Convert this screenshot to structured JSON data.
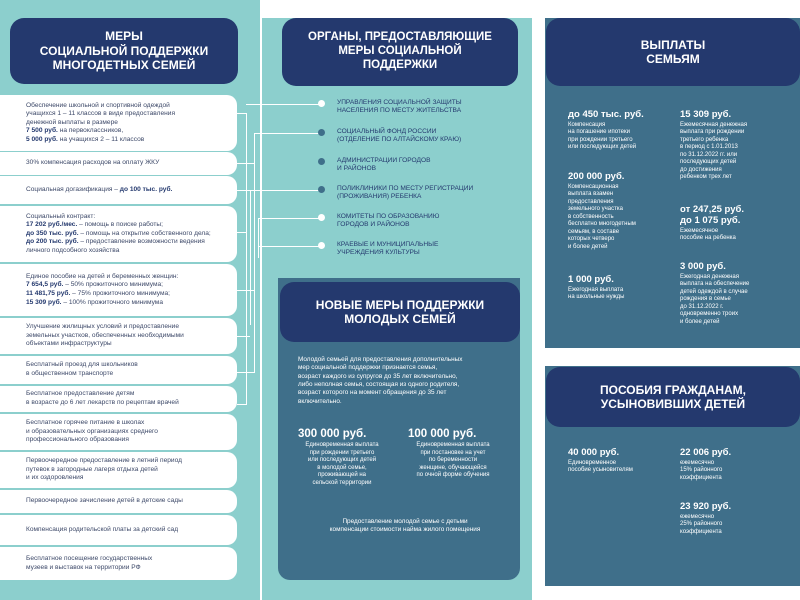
{
  "headers": {
    "large_families_measures": [
      "МЕРЫ",
      "СОЦИАЛЬНОЙ ПОДДЕРЖКИ",
      "МНОГОДЕТНЫХ СЕМЕЙ"
    ],
    "organs": [
      "ОРГАНЫ, ПРЕДОСТАВЛЯЮЩИЕ",
      "МЕРЫ СОЦИАЛЬНОЙ",
      "ПОДДЕРЖКИ"
    ],
    "family_payments": [
      "ВЫПЛАТЫ",
      "СЕМЬЯМ"
    ],
    "young_families": [
      "НОВЫЕ МЕРЫ ПОДДЕРЖКИ",
      "МОЛОДЫХ СЕМЕЙ"
    ],
    "adoption": [
      "ПОСОБИЯ ГРАЖДАНАМ,",
      "УСЫНОВИВШИХ ДЕТЕЙ"
    ]
  },
  "measures": [
    {
      "l1": "Обеспечение школьной и спортивной одеждой",
      "l2": "учащихся 1 – 11 классов в виде предоставления",
      "l3": "денежной выплаты в размере",
      "a1": "7 500 руб.",
      "t1": " на первоклассников,",
      "a2": "5 000 руб.",
      "t2": " на учащихся 2 – 11 классов"
    },
    {
      "text": "30% компенсация расходов на оплату ЖКУ"
    },
    {
      "pre": "Социальная догазификация – ",
      "amt": "до 100 тыс. руб."
    },
    {
      "head": "Социальный контракт:",
      "a1": "17 202 руб./мес.",
      "t1": " – помощь в поиске работы;",
      "a2": "до 350 тыс. руб.",
      "t2": " – помощь на открытие собственного дела;",
      "a3": "до 200 тыс. руб.",
      "t3": " – предоставление возможности ведения",
      "t4": "личного подсобного хозяйства"
    },
    {
      "head": "Единое пособие на детей и беременных женщин:",
      "a1": "7 654,5 руб.",
      "t1": " – 50% прожиточного минимума;",
      "a2": "11 481,75 руб.",
      "t2": " – 75% прожиточного минимума;",
      "a3": "15 309 руб.",
      "t3": " – 100% прожиточного минимума"
    },
    {
      "l1": "Улучшение жилищных условий и предоставление",
      "l2": "земельных участков, обеспеченных необходимыми",
      "l3": "объектами инфраструктуры"
    },
    {
      "l1": "Бесплатный проезд для школьников",
      "l2": "в общественном транспорте"
    },
    {
      "l1": "Бесплатное предоставление детям",
      "l2": "в возрасте до 6 лет лекарств по рецептам врачей"
    },
    {
      "l1": "Бесплатное горячее питание в школах",
      "l2": "и образовательных организациях среднего",
      "l3": "профессионального образования"
    },
    {
      "l1": "Первоочередное предоставление в летний период",
      "l2": "путевок в загородные лагеря отдыха детей",
      "l3": "и их оздоровления"
    },
    {
      "text": "Первоочередное зачисление детей в детские сады"
    },
    {
      "text": "Компенсация родительской платы за детский сад"
    },
    {
      "l1": "Бесплатное посещение государственных",
      "l2": "музеев и выставок на территории РФ"
    }
  ],
  "organs": [
    {
      "l1": "УПРАВЛЕНИЯ СОЦИАЛЬНОЙ ЗАЩИТЫ",
      "l2": "НАСЕЛЕНИЯ ПО МЕСТУ ЖИТЕЛЬСТВА"
    },
    {
      "l1": "СОЦИАЛЬНЫЙ ФОНД РОССИИ",
      "l2": "(ОТДЕЛЕНИЕ ПО АЛТАЙСКОМУ КРАЮ)"
    },
    {
      "l1": "АДМИНИСТРАЦИИ ГОРОДОВ",
      "l2": "И РАЙОНОВ"
    },
    {
      "l1": "ПОЛИКЛИНИКИ ПО МЕСТУ РЕГИСТРАЦИИ",
      "l2": "(ПРОЖИВАНИЯ) РЕБЕНКА"
    },
    {
      "l1": "КОМИТЕТЫ ПО ОБРАЗОВАНИЮ",
      "l2": "ГОРОДОВ И РАЙОНОВ"
    },
    {
      "l1": "КРАЕВЫЕ И МУНИЦИПАЛЬНЫЕ",
      "l2": "УЧРЕЖДЕНИЯ КУЛЬТУРЫ"
    }
  ],
  "young": {
    "intro": [
      "Молодой семьей для предоставления дополнительных",
      "мер социальной поддержки признается семья,",
      "возраст каждого из супругов до 35 лет включительно,",
      "либо неполная семья, состоящая из одного родителя,",
      "возраст которого на момент обращения до 35 лет",
      "включительно."
    ],
    "p1_amount": "300 000 руб.",
    "p1_desc": [
      "Единовременная выплата",
      "при рождении третьего",
      "или последующих детей",
      "в молодой семье,",
      "проживающей на",
      "сельской территории"
    ],
    "p2_amount": "100 000 руб.",
    "p2_desc": [
      "Единовременная выплата",
      "при постановке на учет",
      "по беременности",
      "женщине, обучающейся",
      "по очной форме обучения"
    ],
    "footer": [
      "Предоставление молодой семье с детьми",
      "компенсации стоимости найма жилого помещения"
    ]
  },
  "payments": {
    "left": [
      {
        "amount": "до 450 тыс. руб.",
        "desc": [
          "Компенсация",
          "на погашение ипотеки",
          "при рождении третьего",
          "или последующих детей"
        ]
      },
      {
        "amount": "200 000 руб.",
        "desc": [
          "Компенсационная",
          "выплата взамен",
          "предоставления",
          "земельного участка",
          "в собственность",
          "бесплатно многодетным",
          "семьям, в составе",
          "которых четверо",
          "и более детей"
        ]
      },
      {
        "amount": "1 000 руб.",
        "desc": [
          "Ежегодная выплата",
          "на школьные нужды"
        ]
      }
    ],
    "right": [
      {
        "amount": "15 309 руб.",
        "desc": [
          "Ежемесячная денежная",
          "выплата при рождении",
          "третьего ребенка",
          "в период с 1.01.2013",
          "по 31.12.2022 гг. или",
          "последующих детей",
          "до достижения",
          "ребенком трех лет"
        ]
      },
      {
        "amount": "от 247,25 руб.",
        "amount2": "до 1 075 руб.",
        "desc": [
          "Ежемесячное",
          "пособие на ребенка"
        ]
      },
      {
        "amount": "3 000 руб.",
        "desc": [
          "Ежегодная денежная",
          "выплата на обеспечение",
          "детей одеждой в случае",
          "рождения в семье",
          "до 31.12.2022 г.",
          "одновременно троих",
          "и более детей"
        ]
      }
    ]
  },
  "adoption": {
    "a1_amount": "40 000 руб.",
    "a1_desc": [
      "Единовременное",
      "пособие усыновителям"
    ],
    "a2_amount": "22 006 руб.",
    "a2_desc": [
      "ежемесячно",
      "15% районного",
      "коэффициента"
    ],
    "a3_amount": "23 920 руб.",
    "a3_desc": [
      "ежемесячно",
      "25% районного",
      "коэффициента"
    ]
  },
  "colors": {
    "navy": "#24396e",
    "teal": "#8ccfcd",
    "slate": "#3f6f8a"
  }
}
